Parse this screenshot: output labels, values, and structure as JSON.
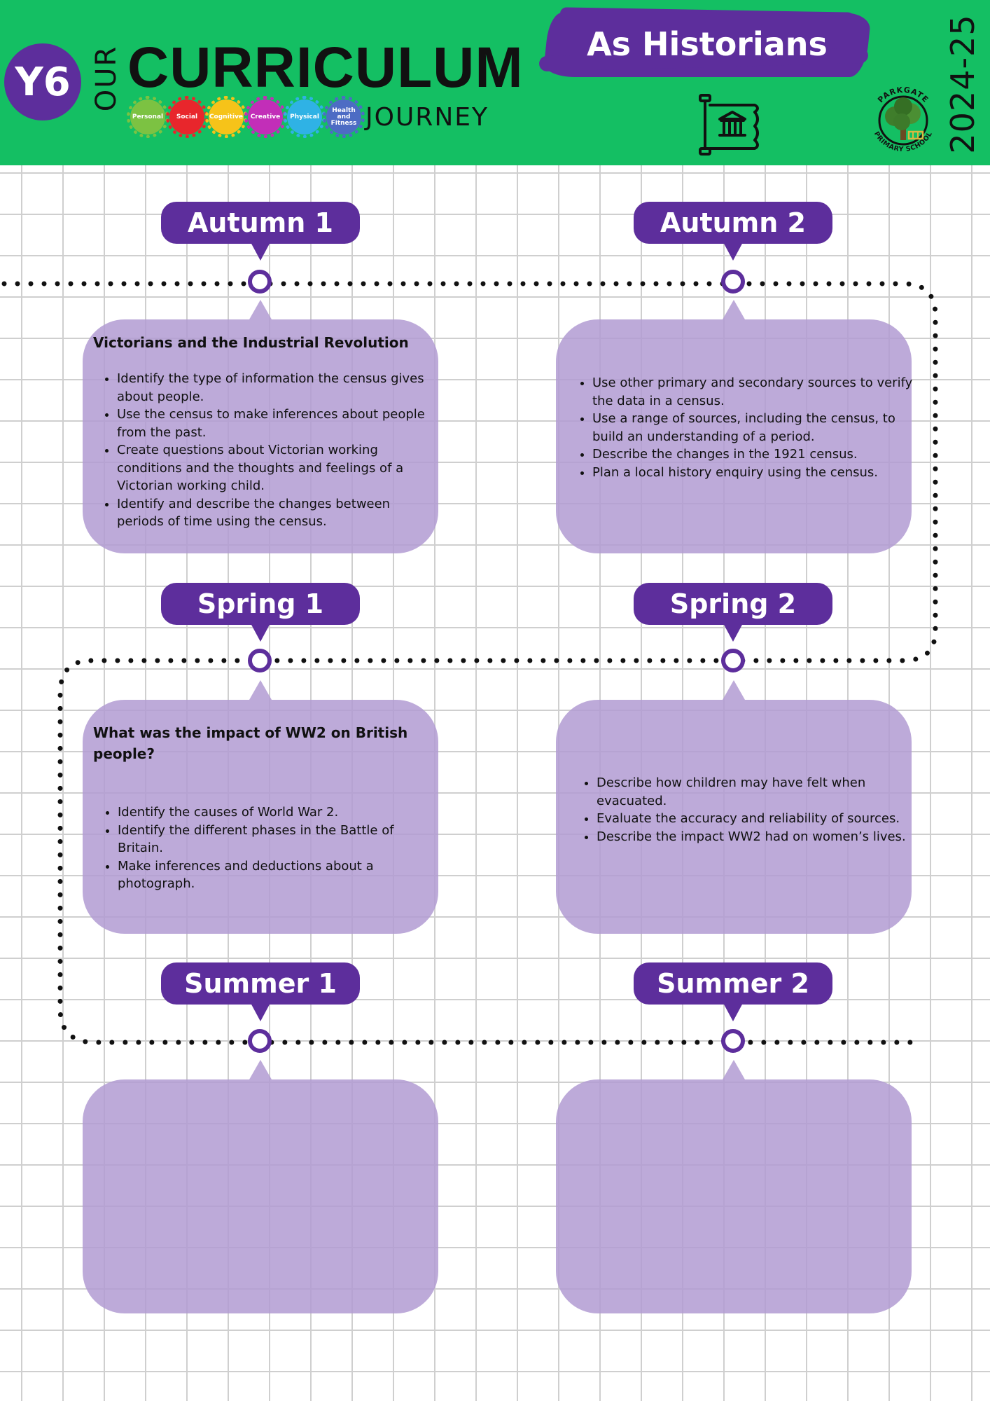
{
  "header": {
    "year": "Y6",
    "our": "OUR",
    "title": "CURRICULUM",
    "journey": "JOURNEY",
    "subject": "As Historians",
    "academic_year": "2024-25",
    "gears": [
      {
        "label": "Personal",
        "color": "#7cc242"
      },
      {
        "label": "Social",
        "color": "#e8262c"
      },
      {
        "label": "Cognitive",
        "color": "#f6c319"
      },
      {
        "label": "Creative",
        "color": "#c22eb8"
      },
      {
        "label": "Physical",
        "color": "#2fb2e5"
      },
      {
        "label": "Health and Fitness",
        "color": "#4d6cc4"
      }
    ],
    "school_top": "PARKGATE",
    "school_bottom": "PRIMARY SCHOOL",
    "icon": "history-scroll-museum-icon"
  },
  "colors": {
    "header_green": "#14bf63",
    "purple": "#5d2e9c",
    "box_purple": "#b29bd2"
  },
  "terms": {
    "autumn1": {
      "label": "Autumn 1",
      "title": "Victorians and the Industrial Revolution",
      "items": [
        "Identify the type of information the census gives about people.",
        "Use the census to make inferences about people from the past.",
        "Create questions about Victorian working conditions and the thoughts and feelings of a Victorian working child.",
        "Identify and describe the changes between periods of time using the census."
      ]
    },
    "autumn2": {
      "label": "Autumn 2",
      "title": "",
      "items": [
        "Use other primary and secondary sources to verify the data in a census.",
        "Use a range of sources, including the census, to build an understanding of a period.",
        "Describe the changes in the 1921 census.",
        "Plan a local history enquiry using the census."
      ]
    },
    "spring1": {
      "label": "Spring 1",
      "title": "What was the impact of WW2 on British people?",
      "items": [
        "Identify the causes of World War 2.",
        "Identify the different phases in the Battle of Britain.",
        "Make inferences and deductions about a photograph."
      ]
    },
    "spring2": {
      "label": "Spring 2",
      "title": "",
      "items": [
        "Describe how children may have felt when evacuated.",
        "Evaluate the accuracy and reliability of sources.",
        "Describe the impact WW2 had on women’s lives."
      ]
    },
    "summer1": {
      "label": "Summer 1",
      "title": "",
      "items": []
    },
    "summer2": {
      "label": "Summer 2",
      "title": "",
      "items": []
    }
  }
}
